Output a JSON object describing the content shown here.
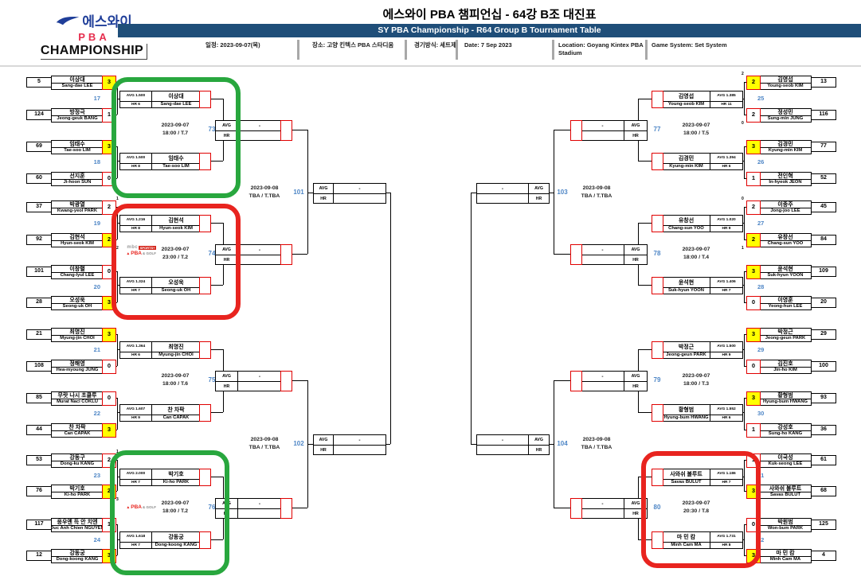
{
  "header": {
    "title_ko": "에스와이 PBA 챔피언십 - 64강 B조 대진표",
    "title_en": "SY PBA Championship - R64 Group B Tournament Table",
    "logo": {
      "line1": "에스와이",
      "line2": "PBA",
      "line3": "CHAMPIONSHIP"
    },
    "info": [
      "일정: 2023-09-07(목)",
      "장소: 고양 킨텍스 PBA 스타디움",
      "경기방식: 세트제",
      "Date: 7 Sep 2023",
      "Location: Goyang Kintex PBA Stadium",
      "Game System: Set System"
    ]
  },
  "labels": {
    "avg": "AVG",
    "hr": "HR",
    "dash": "-"
  },
  "logos": {
    "mbc": {
      "prefix": "mbc",
      "badge": "SPORTS+"
    },
    "pba": {
      "flame": "▲",
      "name": "PBA",
      "suffix": "& GOLF"
    }
  },
  "bracket": {
    "left": {
      "r64_matches": [
        {
          "no": "17",
          "p1": {
            "seed": "5",
            "ko": "이상대",
            "en": "Sang-dae LEE",
            "score": "3",
            "win": true
          },
          "p2": {
            "seed": "124",
            "ko": "방정극",
            "en": "Jeong-geuk BANG",
            "score": "1",
            "win": false
          }
        },
        {
          "no": "18",
          "p1": {
            "seed": "69",
            "ko": "임태수",
            "en": "Tae-soo LIM",
            "score": "3",
            "win": true
          },
          "p2": {
            "seed": "60",
            "ko": "선지훈",
            "en": "Ji-hoon SUN",
            "score": "0",
            "win": false
          }
        },
        {
          "no": "19",
          "p1": {
            "seed": "37",
            "ko": "박광열",
            "en": "Kwang-yeol PARK",
            "score": "2",
            "so": "1",
            "win": false
          },
          "p2": {
            "seed": "92",
            "ko": "김현석",
            "en": "Hyun-seok KIM",
            "score": "2",
            "so": "2",
            "win": true
          }
        },
        {
          "no": "20",
          "p1": {
            "seed": "101",
            "ko": "이창렬",
            "en": "Chang-lyul LEE",
            "score": "0",
            "win": false
          },
          "p2": {
            "seed": "28",
            "ko": "오성욱",
            "en": "Seong-uk OH",
            "score": "3",
            "win": true
          }
        },
        {
          "no": "21",
          "p1": {
            "seed": "21",
            "ko": "최명진",
            "en": "Myung-jin CHOI",
            "score": "3",
            "win": true
          },
          "p2": {
            "seed": "108",
            "ko": "정해영",
            "en": "Hea-myoung JUNG",
            "score": "0",
            "win": false
          }
        },
        {
          "no": "22",
          "p1": {
            "seed": "85",
            "ko": "무랏 나시 초클루",
            "en": "Murat Naci COKLU",
            "score": "0",
            "win": false
          },
          "p2": {
            "seed": "44",
            "ko": "찬 차팍",
            "en": "Can CAPAK",
            "score": "3",
            "win": true
          }
        },
        {
          "no": "23",
          "p1": {
            "seed": "53",
            "ko": "강동구",
            "en": "Dong-ku KANG",
            "score": "2",
            "so": "1",
            "win": false
          },
          "p2": {
            "seed": "76",
            "ko": "박기호",
            "en": "Ki-ho PARK",
            "score": "2",
            "so": "3",
            "win": true
          }
        },
        {
          "no": "24",
          "p1": {
            "seed": "117",
            "ko": "응우옌 득 안 치엔",
            "en": "Duc Anh Chien NGUYEN",
            "score": "1",
            "win": false
          },
          "p2": {
            "seed": "12",
            "ko": "강동궁",
            "en": "Dong-koong KANG",
            "score": "3",
            "win": true
          }
        }
      ],
      "r32_matches": [
        {
          "no": "73",
          "date": "2023-09-07",
          "time": "18:00 / T.7",
          "annotation": "green",
          "p1": {
            "ko": "이상대",
            "en": "Sang-dae LEE",
            "avg": "AVG 1.500",
            "hr": "HR 6"
          },
          "p2": {
            "ko": "임태수",
            "en": "Tae-soo LIM",
            "avg": "AVG 1.500",
            "hr": "HR 8"
          }
        },
        {
          "no": "74",
          "date": "2023-09-07",
          "time": "23:00 / T.2",
          "annotation": "red",
          "logos": [
            "mbc-sports",
            "pba-golf"
          ],
          "p1": {
            "ko": "김현석",
            "en": "Hyun-seok KIM",
            "avg": "AVG 1.216",
            "hr": "HR 8"
          },
          "p2": {
            "ko": "오성욱",
            "en": "Seong-uk OH",
            "avg": "AVG 1.324",
            "hr": "HR 7"
          }
        },
        {
          "no": "75",
          "date": "2023-09-07",
          "time": "18:00 / T.6",
          "p1": {
            "ko": "최명진",
            "en": "Myung-jin CHOI",
            "avg": "AVG 1.364",
            "hr": "HR 6"
          },
          "p2": {
            "ko": "찬 차팍",
            "en": "Can CAPAK",
            "avg": "AVG 1.607",
            "hr": "HR 9"
          }
        },
        {
          "no": "76",
          "date": "2023-09-07",
          "time": "18:00 / T.2",
          "annotation": "green",
          "logos": [
            "pba-golf"
          ],
          "p1": {
            "ko": "박기호",
            "en": "Ki-ho PARK",
            "avg": "AVG 2.000",
            "hr": "HR 7"
          },
          "p2": {
            "ko": "강동궁",
            "en": "Dong-koong KANG",
            "avg": "AVG 1.618",
            "hr": "HR 7"
          }
        }
      ],
      "r16_matches": [
        {
          "no": "101",
          "date": "2023-09-08",
          "time": "TBA / T.TBA"
        },
        {
          "no": "102",
          "date": "2023-09-08",
          "time": "TBA / T.TBA"
        }
      ]
    },
    "right": {
      "r64_matches": [
        {
          "no": "25",
          "p1": {
            "seed": "13",
            "ko": "김영섭",
            "en": "Young-seob KIM",
            "score": "2",
            "so": "2",
            "win": true
          },
          "p2": {
            "seed": "116",
            "ko": "정성민",
            "en": "Sung-min JUNG",
            "score": "2",
            "so": "0",
            "win": false
          }
        },
        {
          "no": "26",
          "p1": {
            "seed": "77",
            "ko": "김경민",
            "en": "Kyung-min KIM",
            "score": "3",
            "win": true
          },
          "p2": {
            "seed": "52",
            "ko": "전인혁",
            "en": "In-hyeok JEON",
            "score": "1",
            "win": false
          }
        },
        {
          "no": "27",
          "p1": {
            "seed": "45",
            "ko": "이종주",
            "en": "Jong-joo LEE",
            "score": "2",
            "so": "0",
            "win": false
          },
          "p2": {
            "seed": "84",
            "ko": "유창선",
            "en": "Chang-sun YOO",
            "score": "2",
            "so": "1",
            "win": true
          }
        },
        {
          "no": "28",
          "p1": {
            "seed": "109",
            "ko": "윤석현",
            "en": "Suk-hyun YOON",
            "score": "3",
            "win": true
          },
          "p2": {
            "seed": "20",
            "ko": "이영훈",
            "en": "Yeong-hun LEE",
            "score": "0",
            "win": false
          }
        },
        {
          "no": "29",
          "p1": {
            "seed": "29",
            "ko": "박정근",
            "en": "Jeong-geun PARK",
            "score": "3",
            "win": true
          },
          "p2": {
            "seed": "100",
            "ko": "김진호",
            "en": "Jin-ho KIM",
            "score": "0",
            "win": false
          }
        },
        {
          "no": "30",
          "p1": {
            "seed": "93",
            "ko": "황형범",
            "en": "Hyung-bum HWANG",
            "score": "3",
            "win": true
          },
          "p2": {
            "seed": "36",
            "ko": "강성호",
            "en": "Sung-ho KANG",
            "score": "1",
            "win": false
          }
        },
        {
          "no": "31",
          "p1": {
            "seed": "61",
            "ko": "이국성",
            "en": "Kuk-seong LEE",
            "score": "1",
            "win": false
          },
          "p2": {
            "seed": "68",
            "ko": "사와쉬 불루트",
            "en": "Savas BULUT",
            "score": "3",
            "win": true
          }
        },
        {
          "no": "32",
          "p1": {
            "seed": "125",
            "ko": "박원범",
            "en": "Won-bum PARK",
            "score": "0",
            "win": false
          },
          "p2": {
            "seed": "4",
            "ko": "마 민 캄",
            "en": "Minh Cam MA",
            "score": "3",
            "win": true
          }
        }
      ],
      "r32_matches": [
        {
          "no": "77",
          "date": "2023-09-07",
          "time": "18:00 / T.5",
          "p1": {
            "ko": "김영섭",
            "en": "Young-seob KIM",
            "avg": "AVG 1.385",
            "hr": "HR 11"
          },
          "p2": {
            "ko": "김경민",
            "en": "Kyung-min KIM",
            "avg": "AVG 1.394",
            "hr": "HR 6"
          }
        },
        {
          "no": "78",
          "date": "2023-09-07",
          "time": "18:00 / T.4",
          "p1": {
            "ko": "유창선",
            "en": "Chang-sun YOO",
            "avg": "AVG 1.020",
            "hr": "HR 9"
          },
          "p2": {
            "ko": "윤석현",
            "en": "Suk-hyun YOON",
            "avg": "AVG 1.406",
            "hr": "HR 7"
          }
        },
        {
          "no": "79",
          "date": "2023-09-07",
          "time": "18:00 / T.3",
          "p1": {
            "ko": "박정근",
            "en": "Jeong-geun PARK",
            "avg": "AVG 1.500",
            "hr": "HR 9"
          },
          "p2": {
            "ko": "황형범",
            "en": "Hyung-bum HWANG",
            "avg": "AVG 1.552",
            "hr": "HR 6"
          }
        },
        {
          "no": "80",
          "date": "2023-09-07",
          "time": "20:30 / T.8",
          "annotation": "red",
          "p1": {
            "ko": "사와쉬 불루트",
            "en": "Savas BULUT",
            "avg": "AVG 1.186",
            "hr": "HR 7"
          },
          "p2": {
            "ko": "마 민 캄",
            "en": "Minh Cam MA",
            "avg": "AVG 1.731",
            "hr": "HR 8"
          }
        }
      ],
      "r16_matches": [
        {
          "no": "103",
          "date": "2023-09-08",
          "time": "TBA / T.TBA"
        },
        {
          "no": "104",
          "date": "2023-09-08",
          "time": "TBA / T.TBA"
        }
      ]
    }
  }
}
